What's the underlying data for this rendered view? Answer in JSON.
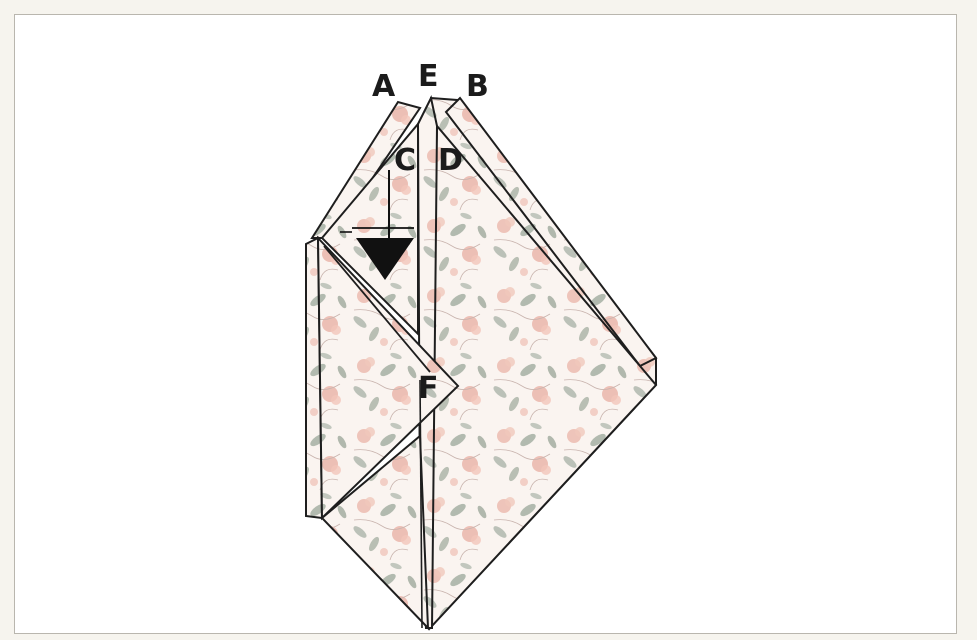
{
  "diagram": {
    "labels": {
      "a": "A",
      "b": "B",
      "c": "C",
      "d": "D",
      "e": "E",
      "f": "F"
    },
    "colors": {
      "paper_base": "#faf3ef",
      "flower_pink": "#e8b4a8",
      "leaf_green": "#a9b3a6",
      "outline": "#1e1e1e",
      "arrow": "#111111"
    }
  }
}
